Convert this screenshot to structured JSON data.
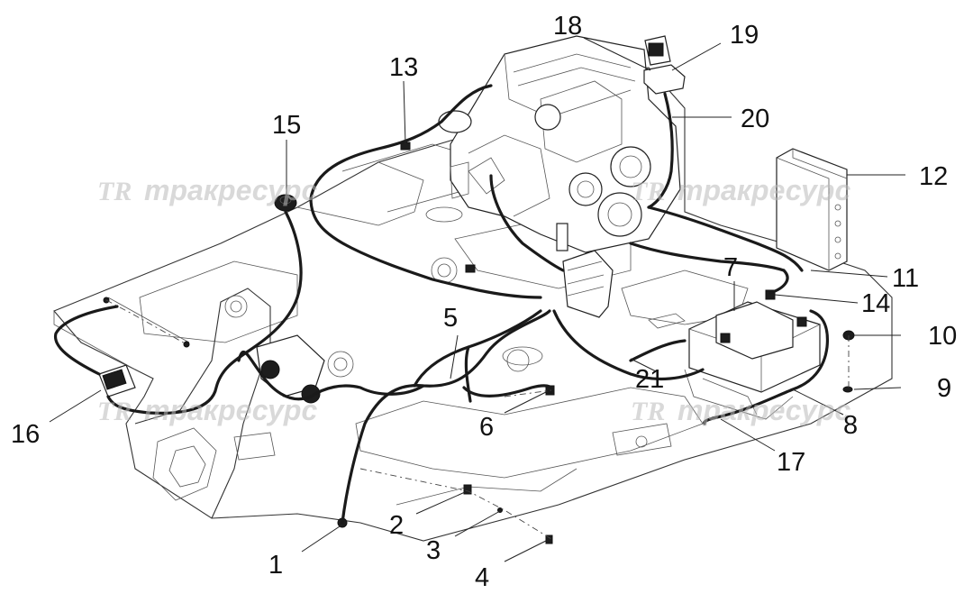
{
  "watermark": {
    "logo": "TR",
    "text": "тракресурс"
  },
  "callouts": [
    "1",
    "2",
    "3",
    "4",
    "5",
    "6",
    "7",
    "8",
    "9",
    "10",
    "11",
    "12",
    "13",
    "14",
    "15",
    "16",
    "17",
    "18",
    "19",
    "20",
    "21"
  ]
}
